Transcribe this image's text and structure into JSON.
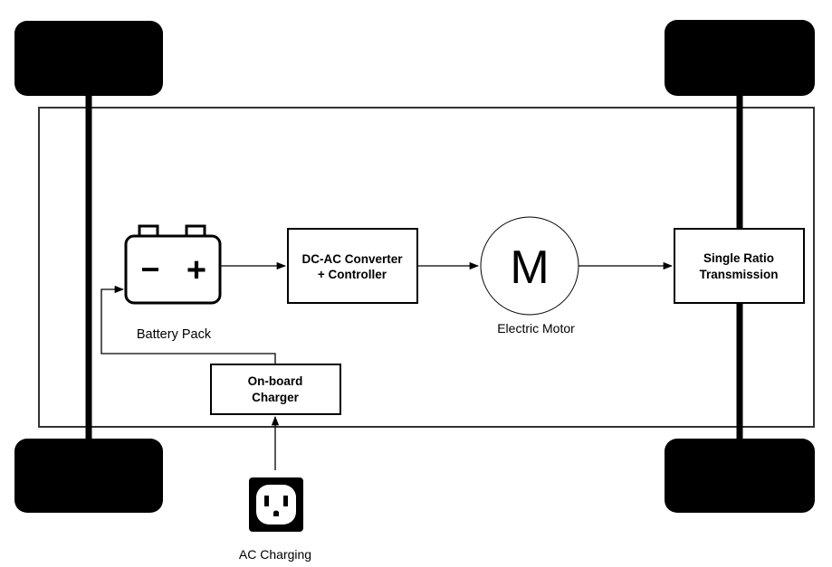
{
  "labels": {
    "battery": "Battery Pack",
    "battery_minus": "−",
    "battery_plus": "+",
    "converter_line1": "DC-AC Converter",
    "converter_line2": "+ Controller",
    "motor_symbol": "M",
    "motor": "Electric Motor",
    "transmission_line1": "Single Ratio",
    "transmission_line2": "Transmission",
    "charger_line1": "On-board",
    "charger_line2": "Charger",
    "ac_charging": "AC Charging"
  },
  "icons": {
    "battery": "battery-icon",
    "outlet": "power-outlet-icon",
    "motor": "motor-icon"
  },
  "colors": {
    "stroke": "#000000",
    "fill": "#ffffff",
    "chassis": "#333333"
  }
}
